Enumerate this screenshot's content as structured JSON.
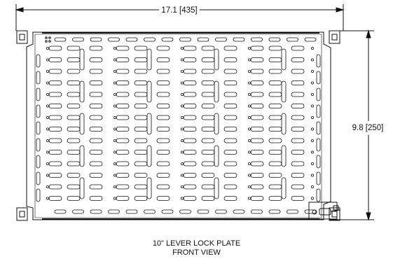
{
  "dimensions": {
    "width_label": "17.1  [435]",
    "height_label": "9.8  [250]"
  },
  "caption": {
    "line1": "10\" LEVER LOCK PLATE",
    "line2": "FRONT VIEW"
  }
}
